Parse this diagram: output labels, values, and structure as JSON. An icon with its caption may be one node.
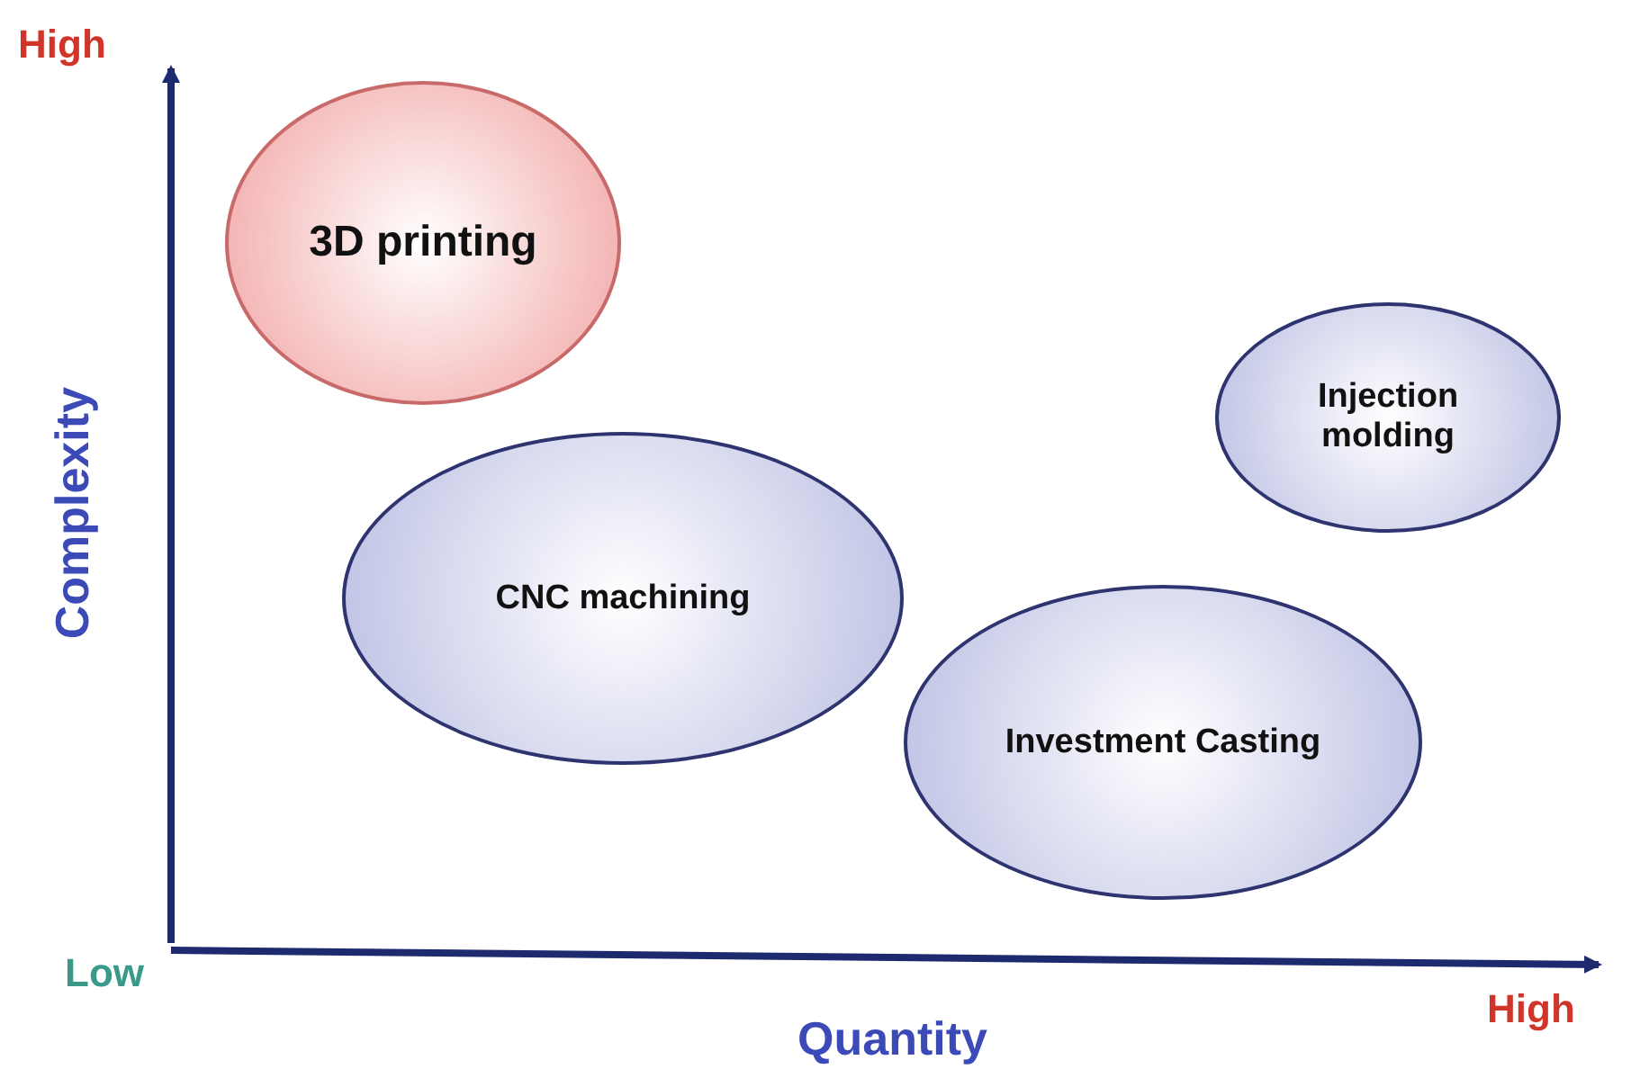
{
  "diagram": {
    "nodes": [
      {
        "text": [
          "3D printing"
        ]
      },
      {
        "text": [
          "Injection molding"
        ]
      },
      {
        "text": [
          "CNC machining"
        ]
      },
      {
        "text": [
          "Investment Casting"
        ]
      }
    ],
    "labels": [
      "High",
      "Complexity",
      "Low",
      "Quantity",
      "High"
    ]
  }
}
